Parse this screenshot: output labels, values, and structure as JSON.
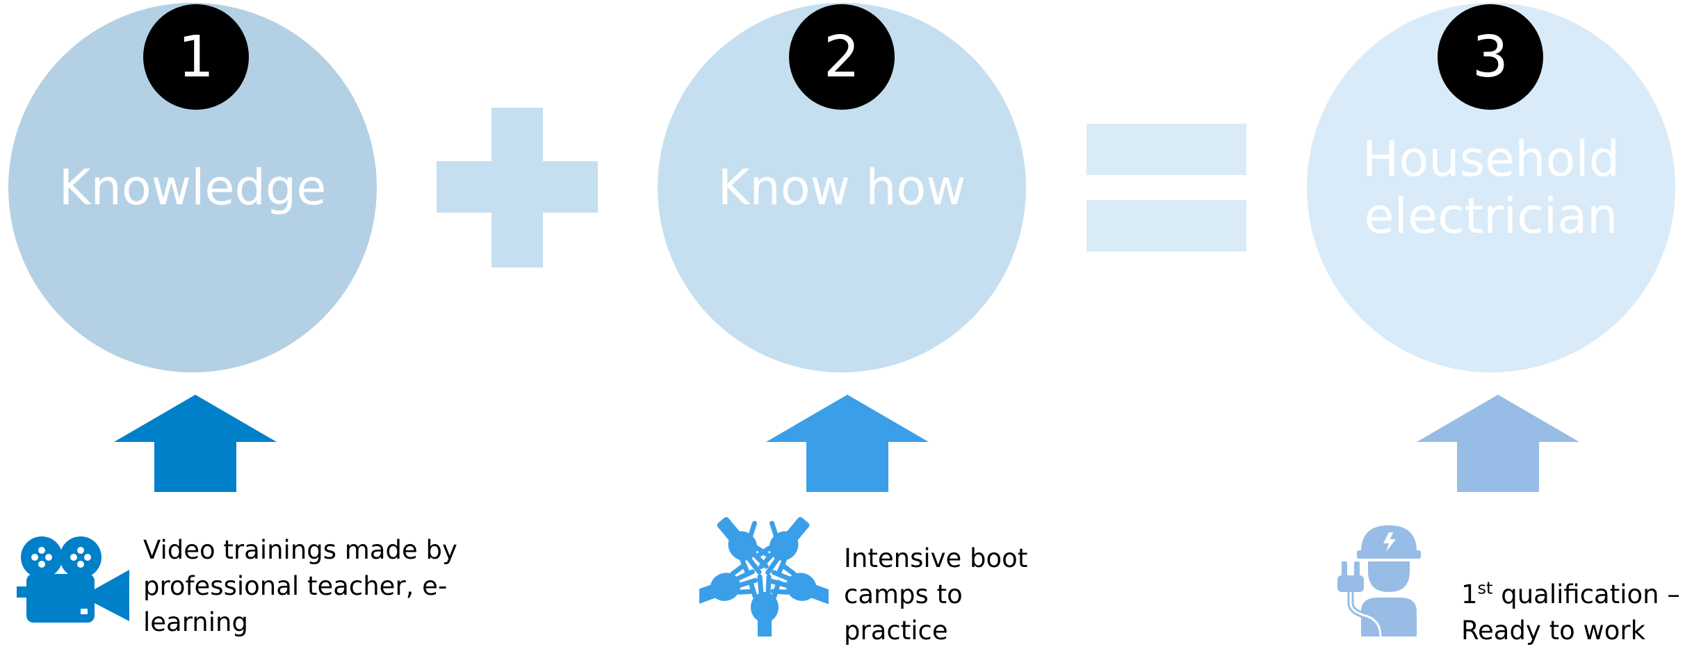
{
  "steps": [
    {
      "number": "1",
      "title": "Knowledge",
      "caption": "Video trainings made by professional teacher, e-learning",
      "icon": "video-camera-icon",
      "circle_color": "#b4d0e4",
      "arrow_color": "#0080c9"
    },
    {
      "number": "2",
      "title": "Know how",
      "caption": "Intensive boot camps to practice",
      "icon": "hands-team-icon",
      "circle_color": "#c5dff0",
      "arrow_color": "#3a9fe8"
    },
    {
      "number": "3",
      "title": "Household\nelectrician",
      "caption_sup_base": "1",
      "caption_sup": "st",
      "caption_rest": " qualification –\nReady to work",
      "icon": "electrician-worker-icon",
      "circle_color": "#d9ebf8",
      "arrow_color": "#97bce5"
    }
  ],
  "operators": {
    "plus_color": "#c5dff0",
    "equals_color": "#daebf8"
  }
}
